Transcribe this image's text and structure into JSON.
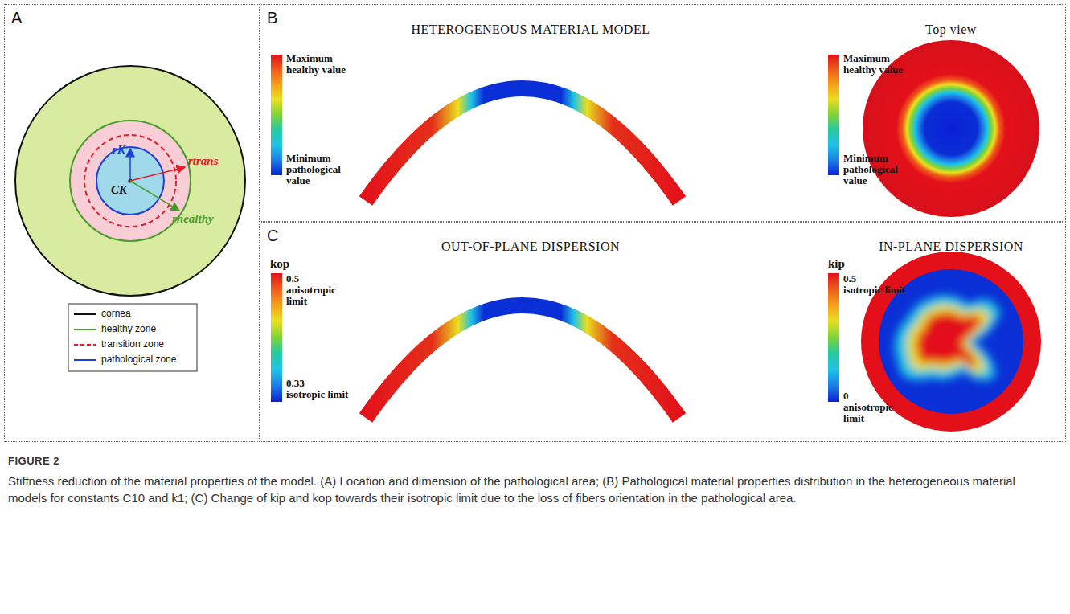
{
  "diagram": {
    "title": "FIGURE 2",
    "caption": "Stiffness reduction of the material properties of the model. (A) Location and dimension of the pathological area; (B) Pathological material properties distribution in the heterogeneous material models for constants C10 and k1; (C) Change of kip and kop towards their isotropic limit due to the loss of fibers orientation in the pathological area.",
    "nodes": [
      {
        "text": [
          "A"
        ]
      },
      {
        "text": [
          "B"
        ]
      },
      {
        "text": [
          "C"
        ]
      }
    ],
    "labels": [
      "rK",
      "CK",
      "rtrans",
      "rhealthy",
      "HETEROGENEOUS MATERIAL MODEL",
      "Top view",
      "Maximum healthy value",
      "Minimum pathological value",
      "Maximum healthy value",
      "Minimum pathological value",
      "OUT-OF-PLANE DISPERSION",
      "IN-PLANE DISPERSION",
      "kop",
      "0.5",
      "anisotropic limit",
      "0.33",
      "isotropic limit",
      "kip",
      "0.5",
      "isotropic limit",
      "0",
      "anisotropic limit"
    ],
    "legend": [
      {
        "text": "cornea"
      },
      {
        "text": "healthy zone"
      },
      {
        "text": "transition zone"
      },
      {
        "text": "pathological zone"
      }
    ]
  }
}
